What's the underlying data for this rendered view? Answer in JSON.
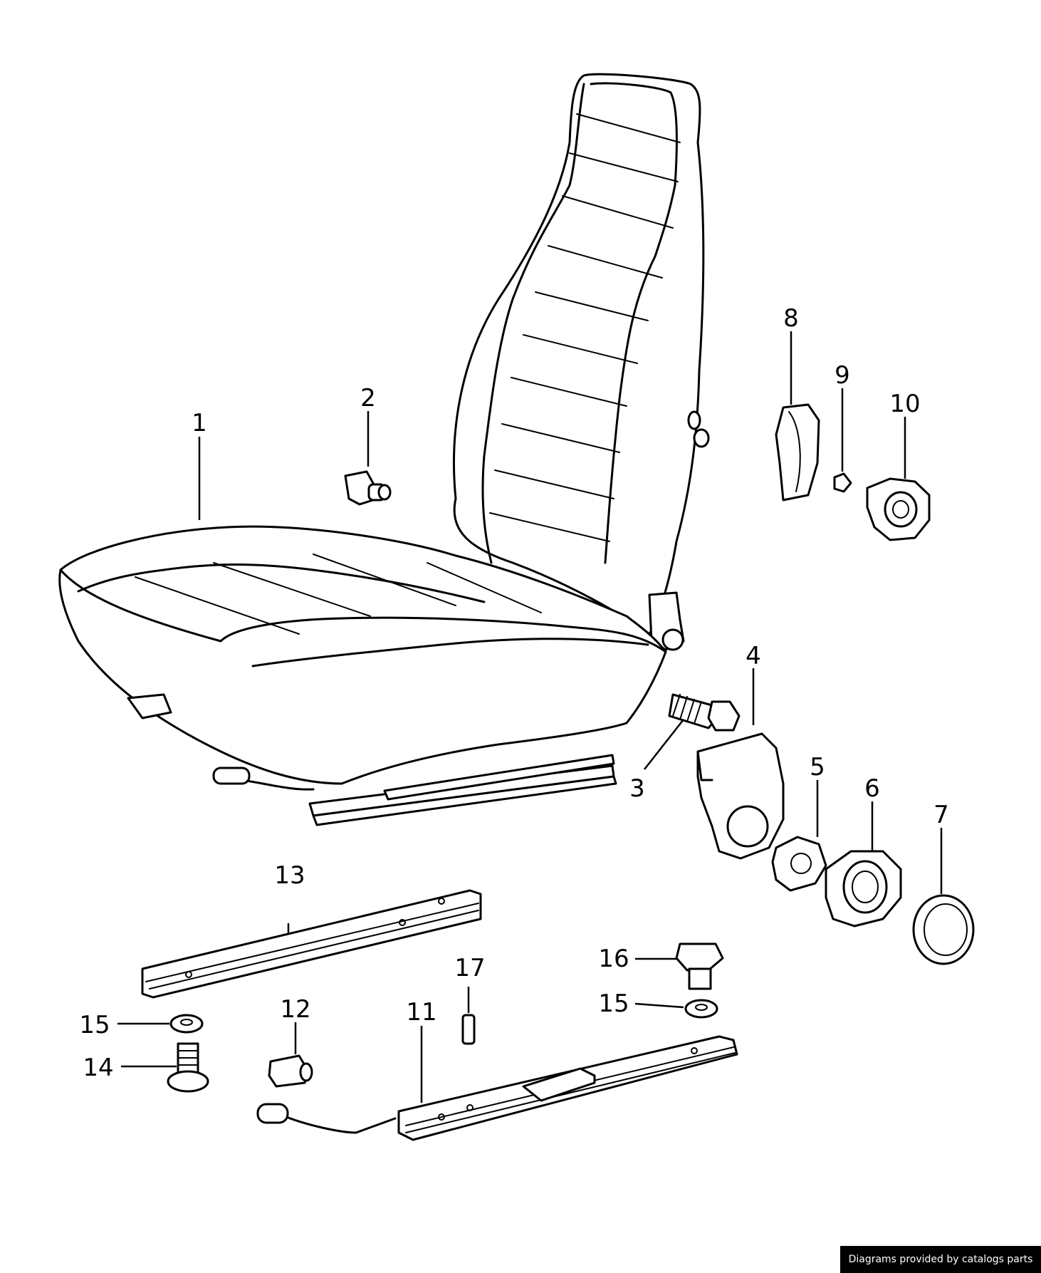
{
  "callouts": {
    "c1": "1",
    "c2": "2",
    "c3": "3",
    "c4": "4",
    "c5": "5",
    "c6": "6",
    "c7": "7",
    "c8": "8",
    "c9": "9",
    "c10": "10",
    "c11": "11",
    "c12": "12",
    "c13": "13",
    "c14": "14",
    "c15a": "15",
    "c15b": "15",
    "c16": "16",
    "c17": "17"
  },
  "credit": "Diagrams provided by catalogs parts"
}
